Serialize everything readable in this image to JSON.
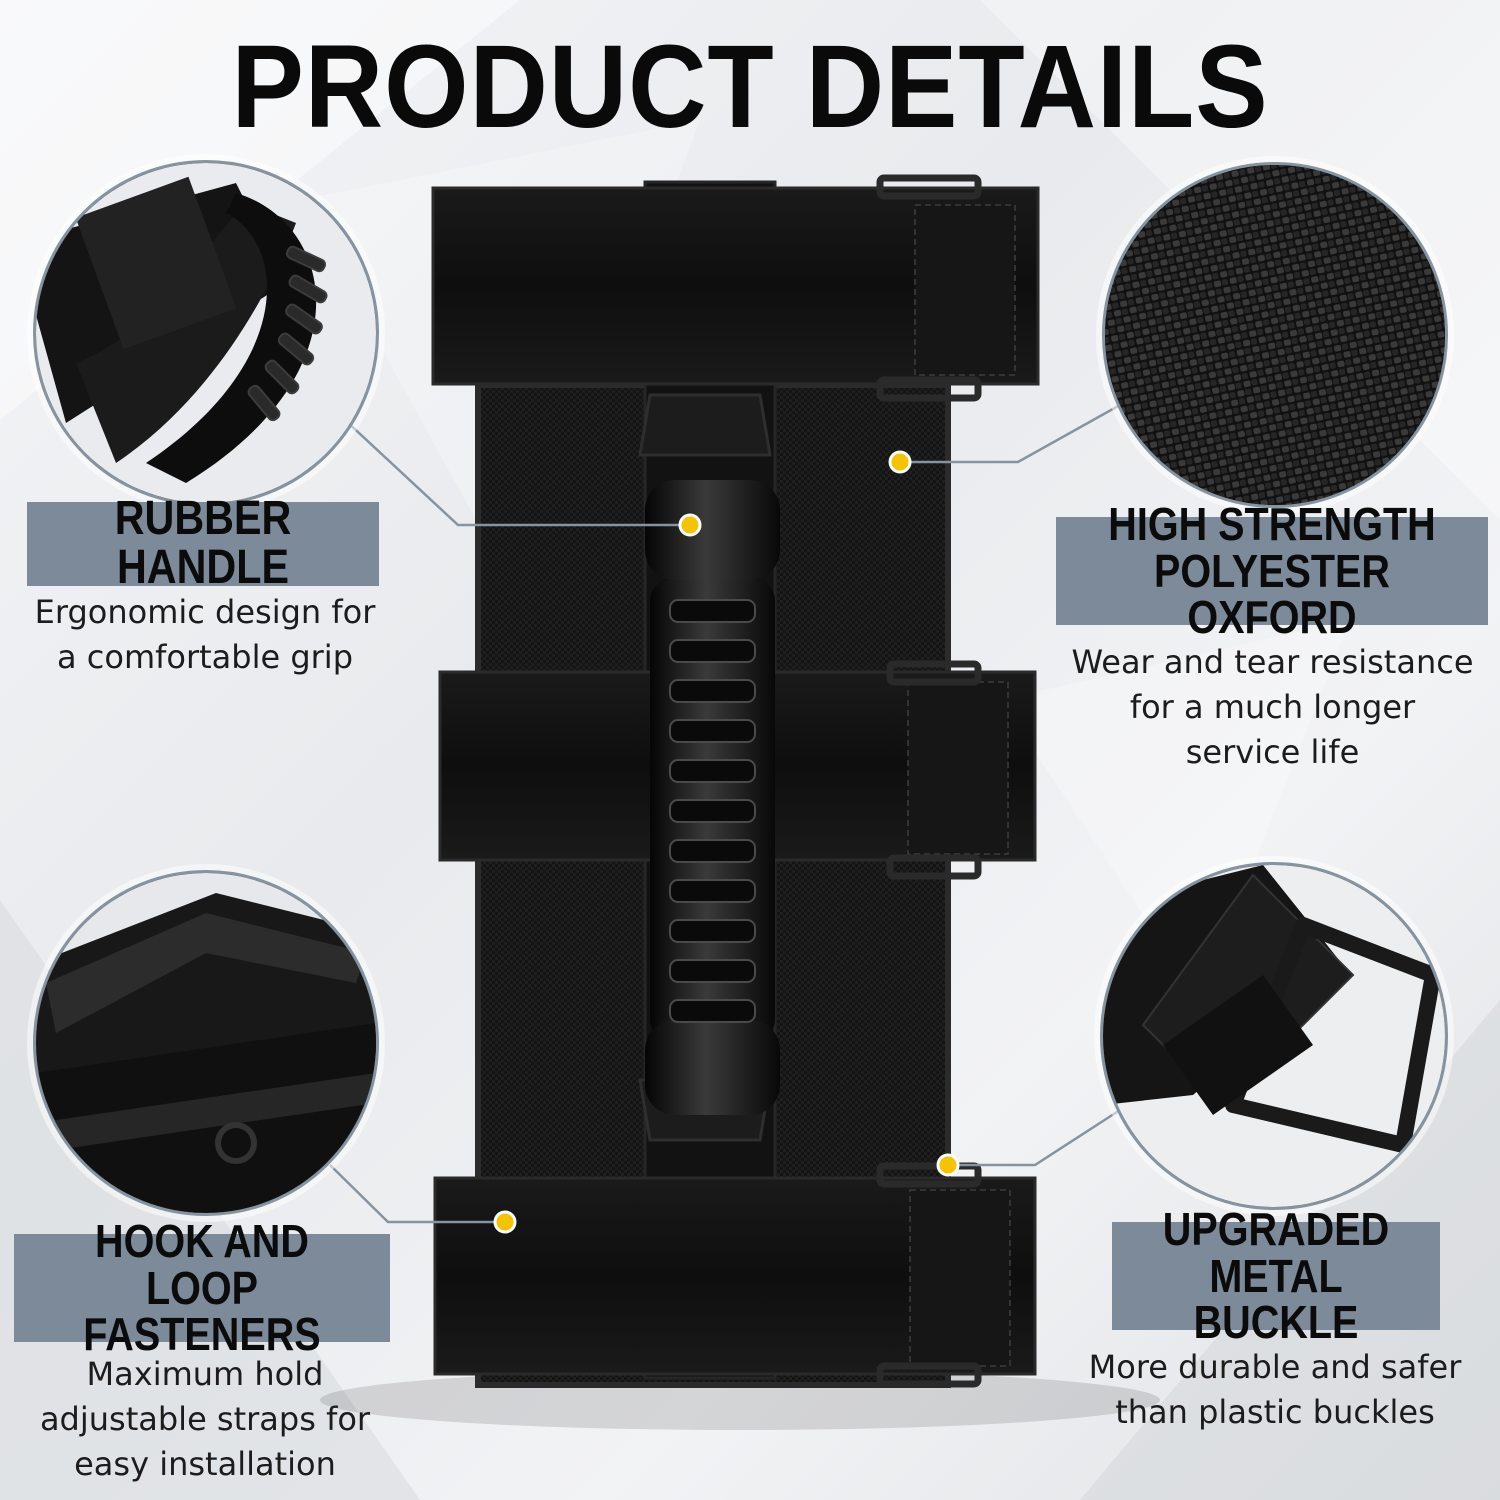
{
  "title": "PRODUCT DETAILS",
  "features": [
    {
      "heading_lines": [
        "RUBBER HANDLE"
      ],
      "description_lines": [
        "Ergonomic design for",
        "a comfortable grip"
      ],
      "icon": "rubber-handle-closeup"
    },
    {
      "heading_lines": [
        "HIGH STRENGTH",
        "POLYESTER OXFORD"
      ],
      "description_lines": [
        "Wear and tear resistance",
        "for a much longer",
        "service life"
      ],
      "icon": "fabric-weave-closeup"
    },
    {
      "heading_lines": [
        "HOOK AND",
        "LOOP FASTENERS"
      ],
      "description_lines": [
        "Maximum hold",
        "adjustable straps for",
        "easy installation"
      ],
      "icon": "hook-loop-closeup"
    },
    {
      "heading_lines": [
        "UPGRADED",
        "METAL BUCKLE"
      ],
      "description_lines": [
        "More durable and safer",
        "than plastic buckles"
      ],
      "icon": "metal-buckle-closeup"
    }
  ],
  "colors": {
    "badge_bg": "#7d8a9a",
    "marker_dot": "#f5c400",
    "product_black": "#111111",
    "callout_line": "#8693a0"
  }
}
